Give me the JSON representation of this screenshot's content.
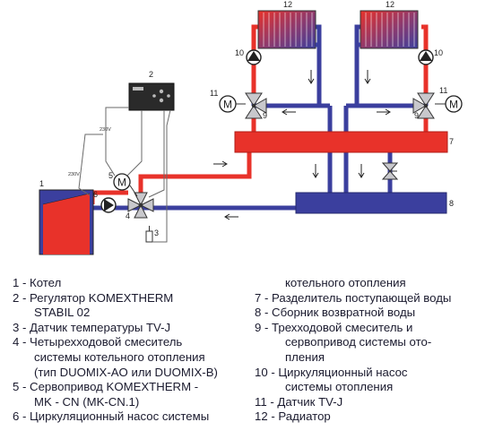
{
  "diagram": {
    "numbers": {
      "n1": "1",
      "n2": "2",
      "n3": "3",
      "n4": "4",
      "n5": "5",
      "n6": "6",
      "n7": "7",
      "n8": "8",
      "n9a": "9",
      "n9b": "9",
      "n10a": "10",
      "n10b": "10",
      "n11a": "11",
      "n11b": "11",
      "n12a": "12",
      "n12b": "12"
    },
    "motor_letter": "M",
    "voltage_a": "230V",
    "voltage_b": "230V",
    "colors": {
      "supply": "#e8322a",
      "return": "#3b3f9e",
      "boiler_dark": "#3b3f9e",
      "boiler_light": "#e8322a",
      "wire": "#6a6a6a",
      "controller": "#2a2a2a",
      "valve_fill": "#c8c8cc"
    }
  },
  "legend": {
    "left": [
      {
        "text": "1 - Котел"
      },
      {
        "text": "2 - Регулятор  KOMEXTHERM"
      },
      {
        "text": "STABIL 02",
        "cont": true
      },
      {
        "text": "3 - Датчик температуры TV-J"
      },
      {
        "text": "4 - Четырехходовой смеситель"
      },
      {
        "text": "системы котельного отопления",
        "cont": true
      },
      {
        "text": "(тип DUOMIX-AO или DUOMIX-B)",
        "cont": true
      },
      {
        "text": "5 - Сервопривод KOMEXTHERM -"
      },
      {
        "text": "MK - CN (MK-CN.1)",
        "cont": true
      },
      {
        "text": "6 - Циркуляционный насос системы"
      }
    ],
    "right": [
      {
        "text": "котельного отопления",
        "cont": true
      },
      {
        "text": "7 - Разделитель  поступающей воды"
      },
      {
        "text": "8 - Сборник возвратной воды"
      },
      {
        "text": "9 - Трехходовой смеситель и"
      },
      {
        "text": "сервопривод системы ото-",
        "cont": true
      },
      {
        "text": "пления",
        "cont": true
      },
      {
        "text": "10 - Циркуляционный насос"
      },
      {
        "text": "системы отопления",
        "cont": true
      },
      {
        "text": "11 - Датчик TV-J"
      },
      {
        "text": "12 - Радиатор"
      }
    ]
  }
}
